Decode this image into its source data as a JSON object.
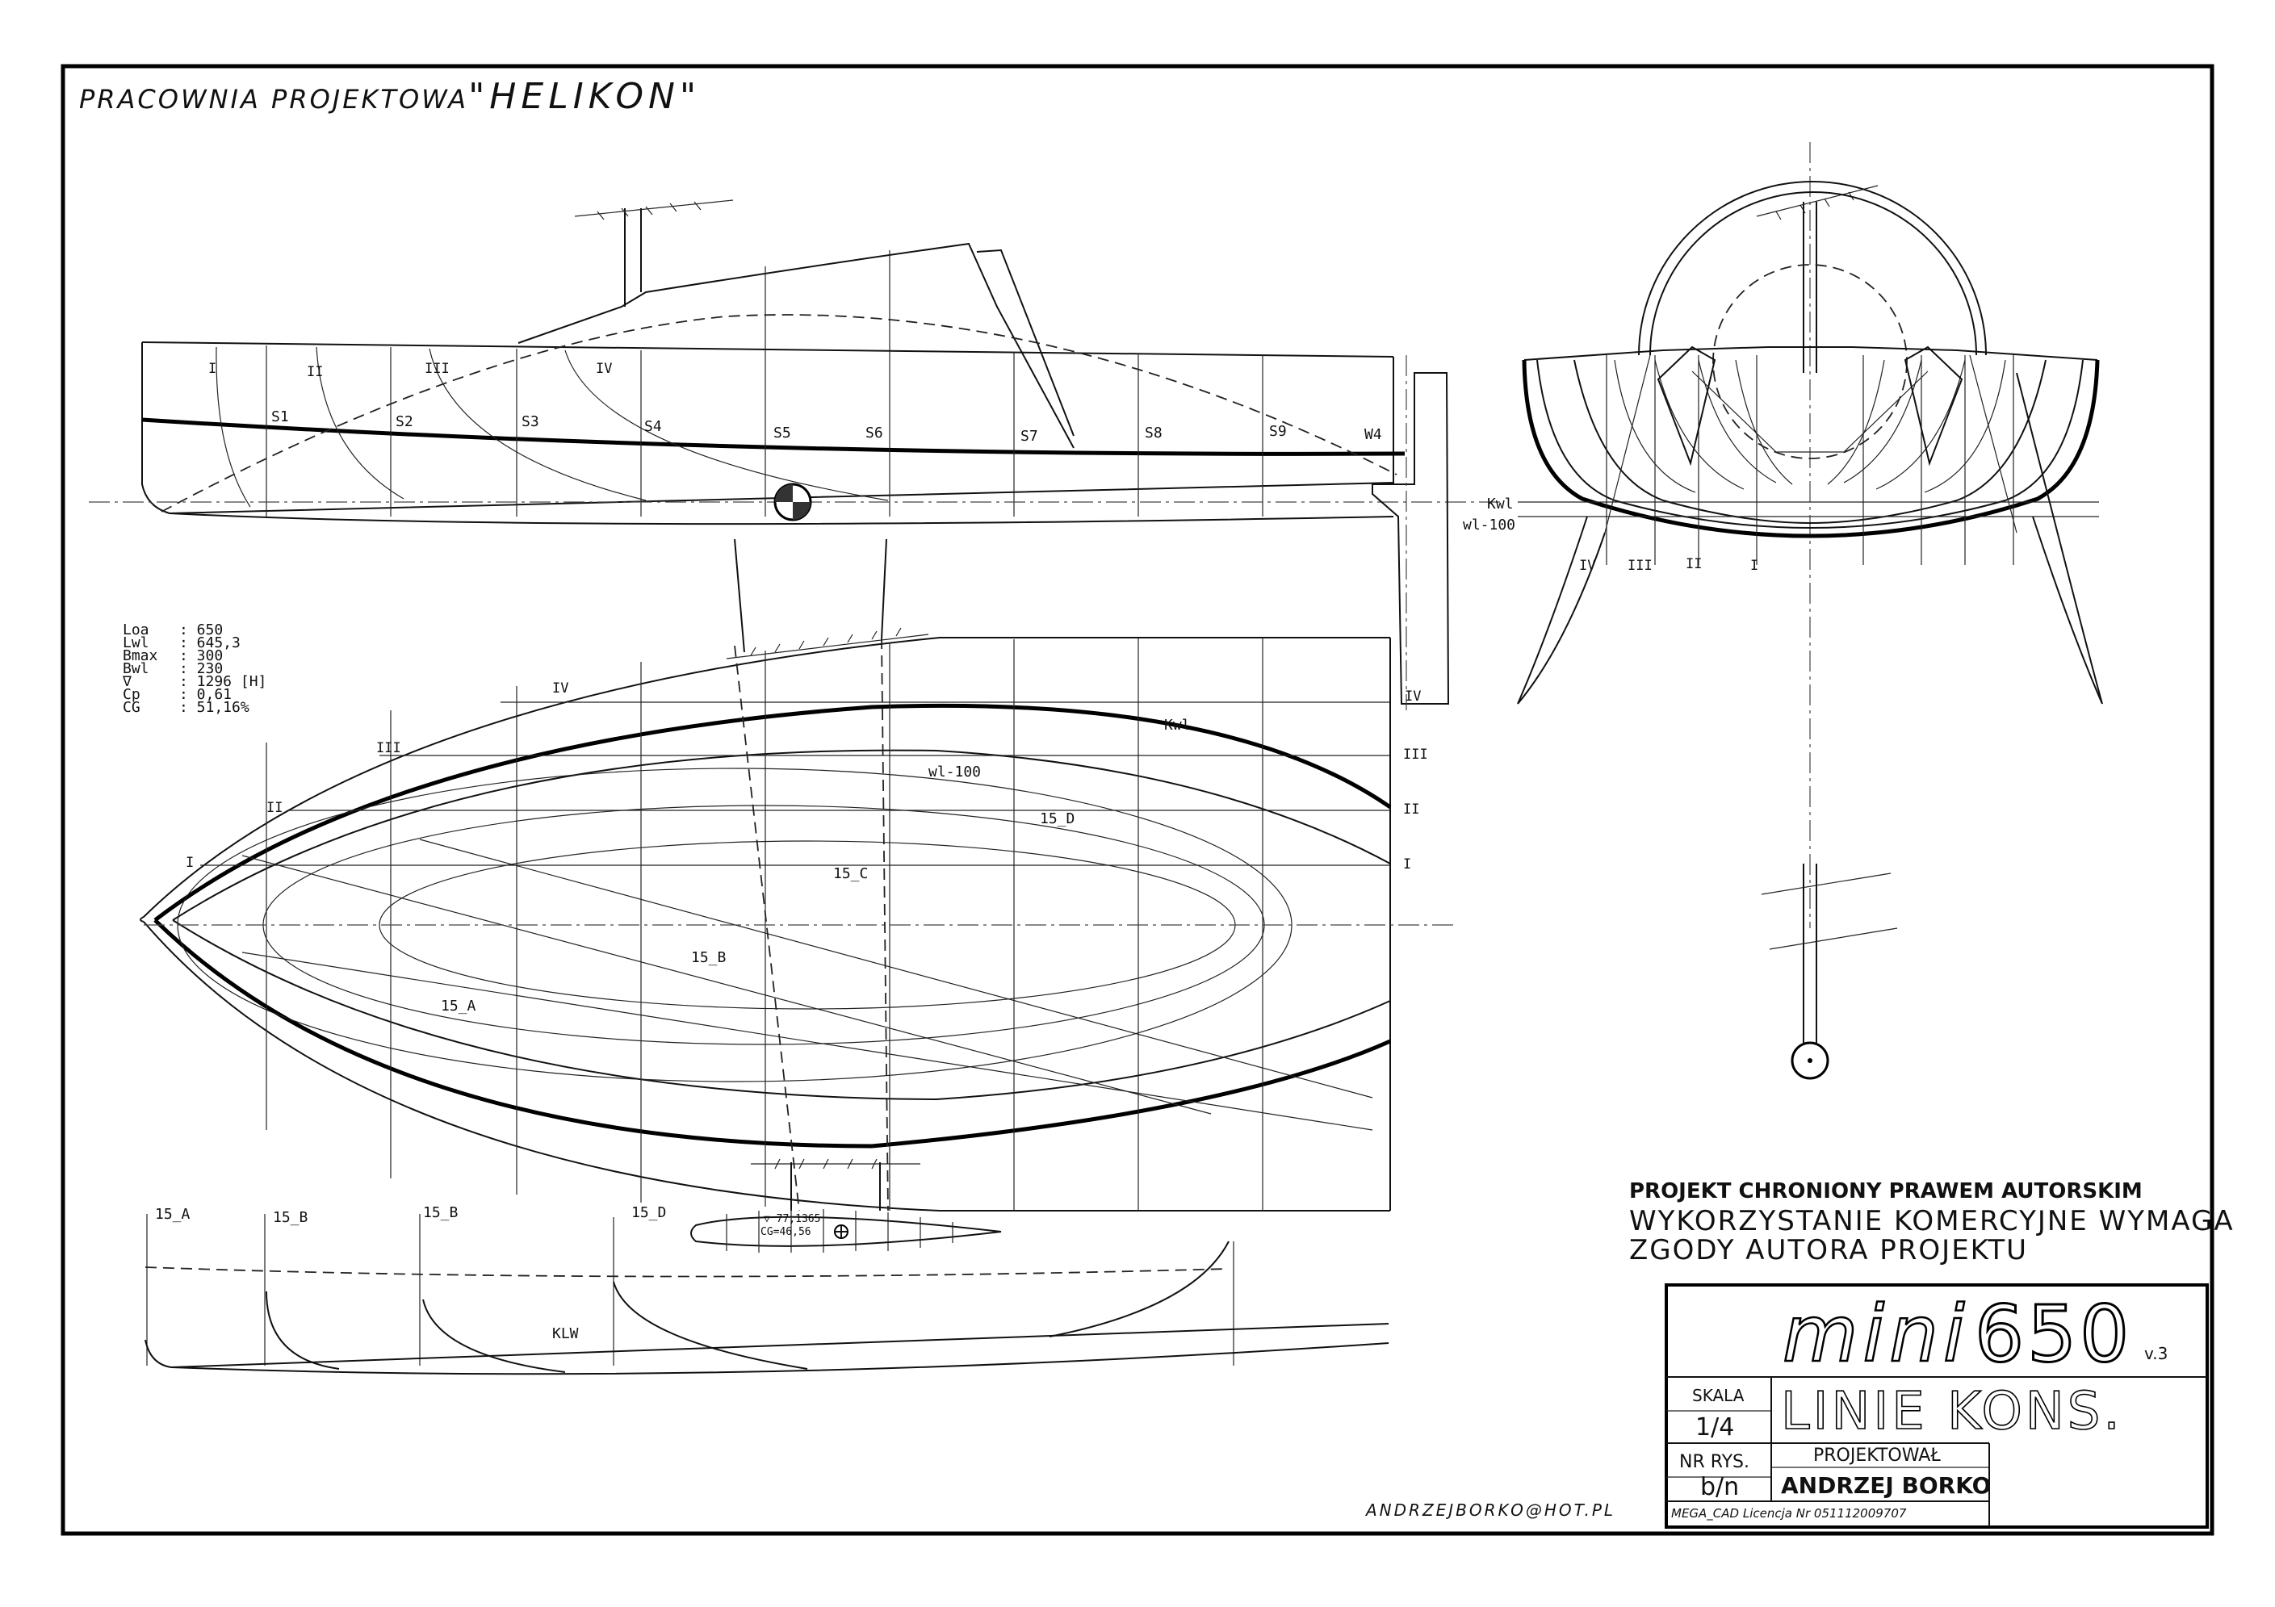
{
  "header": {
    "prefix": "PRACOWNIA PROJEKTOWA",
    "studio": "\"HELIKON\""
  },
  "email": "ANDRZEJBORKO@HOT.PL",
  "specs": [
    {
      "key": "Loa",
      "value": ": 650"
    },
    {
      "key": "Lwl",
      "value": ": 645,3"
    },
    {
      "key": "Bmax",
      "value": ": 300"
    },
    {
      "key": "Bwl",
      "value": ": 230"
    },
    {
      "key": "∇",
      "value": ": 1296 [H]"
    },
    {
      "key": "Cp",
      "value": ": 0,61"
    },
    {
      "key": "CG",
      "value": ": 51,16%"
    }
  ],
  "profile": {
    "stations": [
      "S1",
      "S2",
      "S3",
      "S4",
      "S5",
      "S6",
      "S7",
      "S8",
      "S9",
      "W4"
    ],
    "buttocks": [
      "I",
      "II",
      "III",
      "IV"
    ]
  },
  "waterlines": {
    "kwl": "Kwl",
    "wl100": "wl-100"
  },
  "plan": {
    "buttocks": [
      "I",
      "II",
      "III",
      "IV"
    ],
    "waterlines": [
      "15_A",
      "15_B",
      "15_C",
      "15_D"
    ],
    "kwl": "Kwl",
    "wl100": "wl-100"
  },
  "body": {
    "buttocks": [
      "IV",
      "III",
      "II",
      "I"
    ]
  },
  "keel": {
    "sections": [
      "15_A",
      "15_B",
      "15_B",
      "15_D"
    ],
    "klw": "KLW",
    "bulb_line1": "▽ 77,1365",
    "bulb_line2": "CG=46,56"
  },
  "copyright": {
    "line1": "PROJEKT CHRONIONY PRAWEM AUTORSKIM",
    "line2": "WYKORZYSTANIE KOMERCYJNE WYMAGA",
    "line3": "ZGODY AUTORA PROJEKTU"
  },
  "titleblock": {
    "model": "mini",
    "number": "650",
    "version": "v.3",
    "scale_label": "SKALA",
    "scale_value": "1/4",
    "drawing_title": "LINIE KONS.",
    "nr_label": "NR RYS.",
    "nr_value": "b/n",
    "designer_label": "PROJEKTOWAŁ",
    "designer_value": "ANDRZEJ BORKO",
    "license": "MEGA_CAD Licencja Nr 051112009707"
  }
}
